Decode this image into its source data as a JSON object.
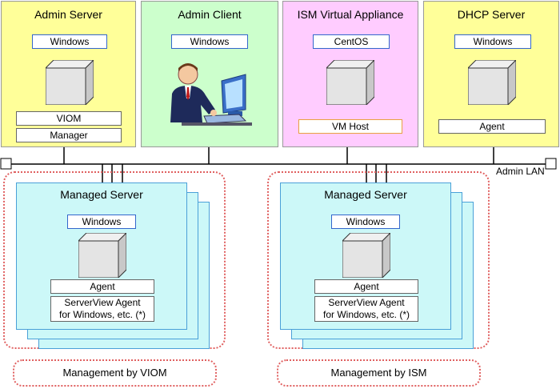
{
  "servers": {
    "admin_server": {
      "title": "Admin Server",
      "os": "Windows",
      "components": [
        "VIOM",
        "Manager"
      ],
      "color": "#ffff99"
    },
    "admin_client": {
      "title": "Admin Client",
      "os": "Windows",
      "color": "#ccffcc"
    },
    "ism": {
      "title": "ISM Virtual Appliance",
      "os": "CentOS",
      "components": [
        "VM Host"
      ],
      "color": "#ffccff"
    },
    "dhcp": {
      "title": "DHCP Server",
      "os": "Windows",
      "components": [
        "Agent"
      ],
      "color": "#ffff99"
    }
  },
  "network": {
    "label": "Admin LAN"
  },
  "groups": [
    {
      "caption": "Management by VIOM",
      "managed_title": "Managed Server",
      "os": "Windows",
      "agent": "Agent",
      "serverview": "ServerView Agent for Windows, etc. (*)"
    },
    {
      "caption": "Management by ISM",
      "managed_title": "Managed Server",
      "os": "Windows",
      "agent": "Agent",
      "serverview": "ServerView Agent for Windows, etc. (*)"
    }
  ],
  "icons": [
    "server-cube-icon",
    "admin-user-icon",
    "network-node-icon"
  ]
}
